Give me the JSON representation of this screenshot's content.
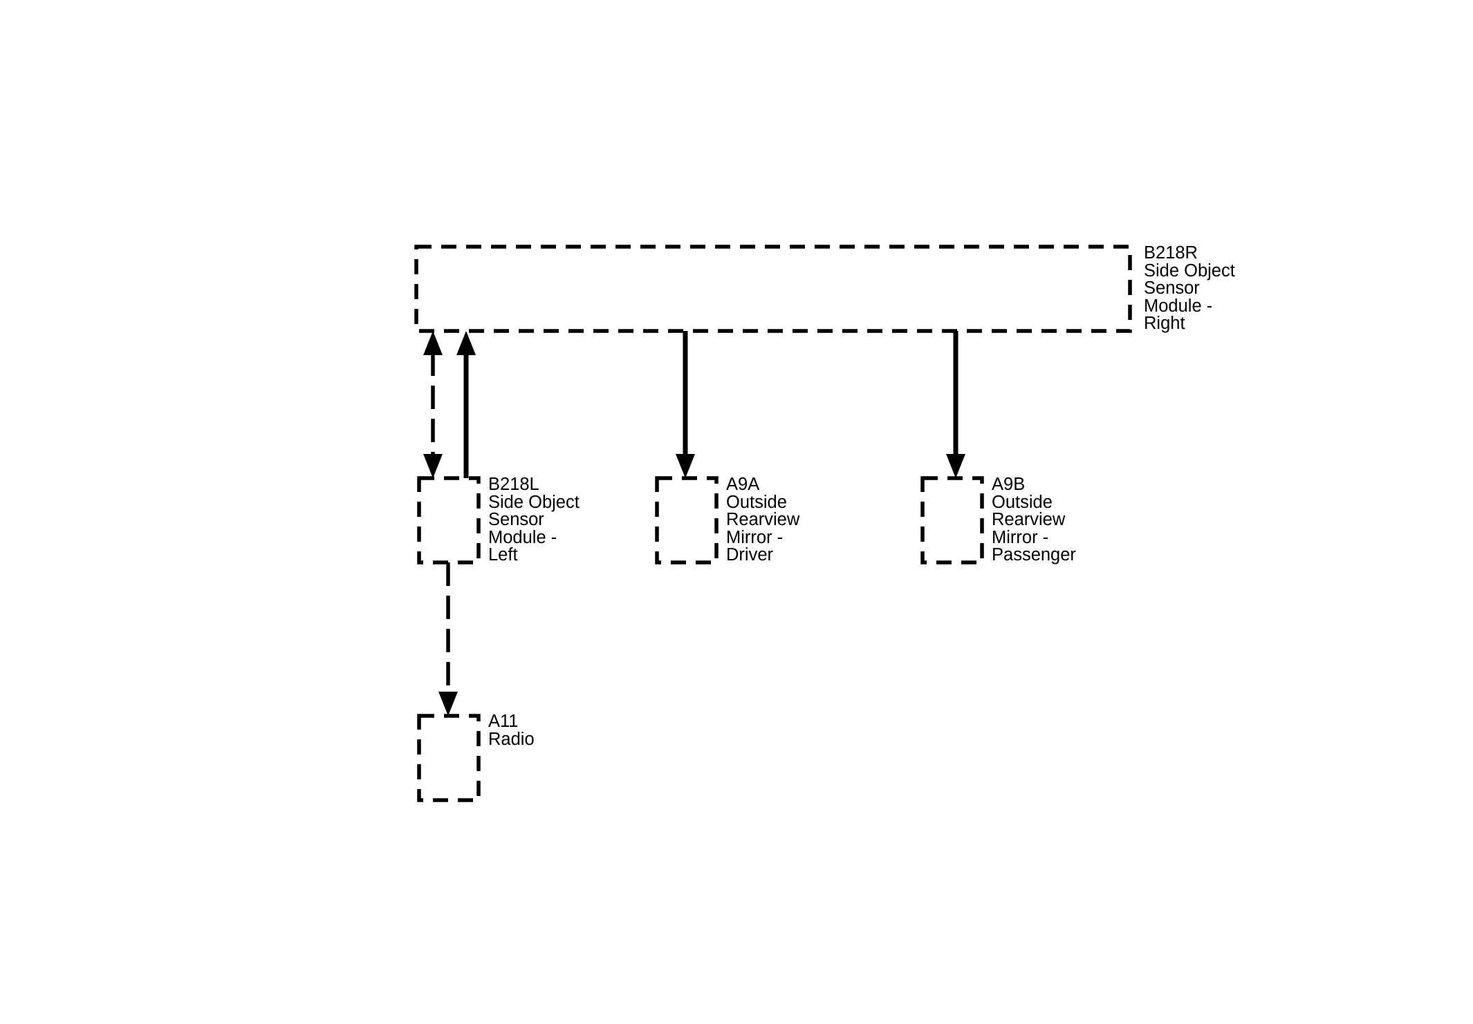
{
  "colors": {
    "line": "#000000",
    "background": "#ffffff"
  },
  "modules": {
    "b218r": {
      "code": "B218R",
      "lines": [
        "Side Object",
        "Sensor",
        "Module -",
        "Right"
      ]
    },
    "b218l": {
      "code": "B218L",
      "lines": [
        "Side Object",
        "Sensor",
        "Module -",
        "Left"
      ]
    },
    "a9a": {
      "code": "A9A",
      "lines": [
        "Outside",
        "Rearview",
        "Mirror -",
        "Driver"
      ]
    },
    "a9b": {
      "code": "A9B",
      "lines": [
        "Outside",
        "Rearview",
        "Mirror -",
        "Passenger"
      ]
    },
    "a11": {
      "code": "A11",
      "lines": [
        "Radio"
      ]
    }
  },
  "connections": [
    {
      "from": "b218l",
      "to": "b218r",
      "style": "dashed"
    },
    {
      "from": "b218r",
      "to": "b218l",
      "style": "dashed"
    },
    {
      "from": "b218l",
      "to": "b218r",
      "style": "solid"
    },
    {
      "from": "b218r",
      "to": "a9a",
      "style": "solid"
    },
    {
      "from": "b218r",
      "to": "a9b",
      "style": "solid"
    },
    {
      "from": "b218l",
      "to": "a11",
      "style": "dashed"
    }
  ]
}
